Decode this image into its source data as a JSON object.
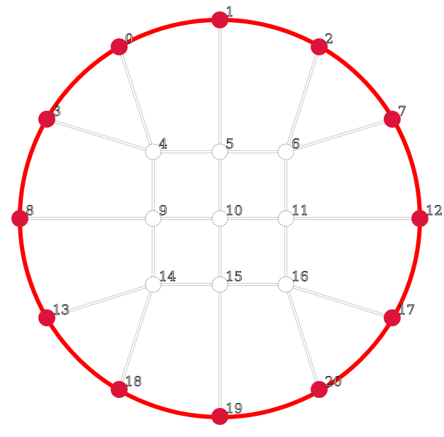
{
  "graph": {
    "ring_color": "#ff0000",
    "boundary_node_color": "#dc143c",
    "interior_node_color": "#ffffff",
    "edge_color": "#c8c8c8",
    "boundary_nodes": [
      {
        "id": 0,
        "label": "0"
      },
      {
        "id": 1,
        "label": "1"
      },
      {
        "id": 2,
        "label": "2"
      },
      {
        "id": 3,
        "label": "3"
      },
      {
        "id": 7,
        "label": "7"
      },
      {
        "id": 8,
        "label": "8"
      },
      {
        "id": 12,
        "label": "12"
      },
      {
        "id": 13,
        "label": "13"
      },
      {
        "id": 17,
        "label": "17"
      },
      {
        "id": 18,
        "label": "18"
      },
      {
        "id": 19,
        "label": "19"
      },
      {
        "id": 20,
        "label": "20"
      }
    ],
    "interior_nodes": [
      {
        "id": 4,
        "label": "4"
      },
      {
        "id": 5,
        "label": "5"
      },
      {
        "id": 6,
        "label": "6"
      },
      {
        "id": 9,
        "label": "9"
      },
      {
        "id": 10,
        "label": "10"
      },
      {
        "id": 11,
        "label": "11"
      },
      {
        "id": 14,
        "label": "14"
      },
      {
        "id": 15,
        "label": "15"
      },
      {
        "id": 16,
        "label": "16"
      }
    ],
    "edges": [
      [
        0,
        4
      ],
      [
        3,
        4
      ],
      [
        1,
        5
      ],
      [
        2,
        6
      ],
      [
        7,
        6
      ],
      [
        8,
        9
      ],
      [
        12,
        11
      ],
      [
        13,
        14
      ],
      [
        18,
        14
      ],
      [
        19,
        15
      ],
      [
        17,
        16
      ],
      [
        20,
        16
      ],
      [
        4,
        5
      ],
      [
        5,
        6
      ],
      [
        9,
        10
      ],
      [
        10,
        11
      ],
      [
        14,
        15
      ],
      [
        15,
        16
      ],
      [
        4,
        9
      ],
      [
        9,
        14
      ],
      [
        5,
        10
      ],
      [
        10,
        15
      ],
      [
        6,
        11
      ],
      [
        11,
        16
      ]
    ]
  }
}
